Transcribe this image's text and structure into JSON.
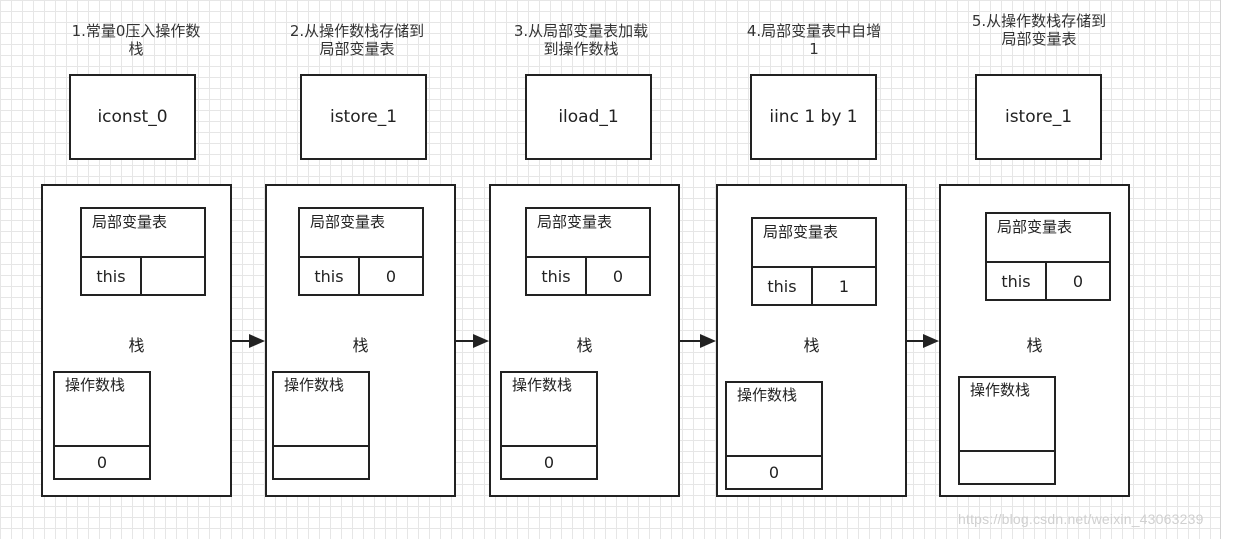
{
  "steps": [
    {
      "caption": [
        "1.常量0压入操作数",
        "栈"
      ],
      "instruction": "iconst_0",
      "local_variable_table": {
        "title": "局部变量表",
        "slot0": "this",
        "slot1": ""
      },
      "stack_label": "栈",
      "operand_stack": {
        "title": "操作数栈",
        "value": "0"
      }
    },
    {
      "caption": [
        "2.从操作数栈存储到",
        "局部变量表"
      ],
      "instruction": "istore_1",
      "local_variable_table": {
        "title": "局部变量表",
        "slot0": "this",
        "slot1": "0"
      },
      "stack_label": "栈",
      "operand_stack": {
        "title": "操作数栈",
        "value": ""
      }
    },
    {
      "caption": [
        "3.从局部变量表加载",
        "到操作数栈"
      ],
      "instruction": "iload_1",
      "local_variable_table": {
        "title": "局部变量表",
        "slot0": "this",
        "slot1": "0"
      },
      "stack_label": "栈",
      "operand_stack": {
        "title": "操作数栈",
        "value": "0"
      }
    },
    {
      "caption": [
        "4.局部变量表中自增",
        "1"
      ],
      "instruction": "iinc 1 by 1",
      "local_variable_table": {
        "title": "局部变量表",
        "slot0": "this",
        "slot1": "1"
      },
      "stack_label": "栈",
      "operand_stack": {
        "title": "操作数栈",
        "value": "0"
      }
    },
    {
      "caption": [
        "5.从操作数栈存储到",
        "局部变量表"
      ],
      "instruction": "istore_1",
      "local_variable_table": {
        "title": "局部变量表",
        "slot0": "this",
        "slot1": "0"
      },
      "stack_label": "栈",
      "operand_stack": {
        "title": "操作数栈",
        "value": ""
      }
    }
  ],
  "watermark": "https://blog.csdn.net/weixin_43063239"
}
